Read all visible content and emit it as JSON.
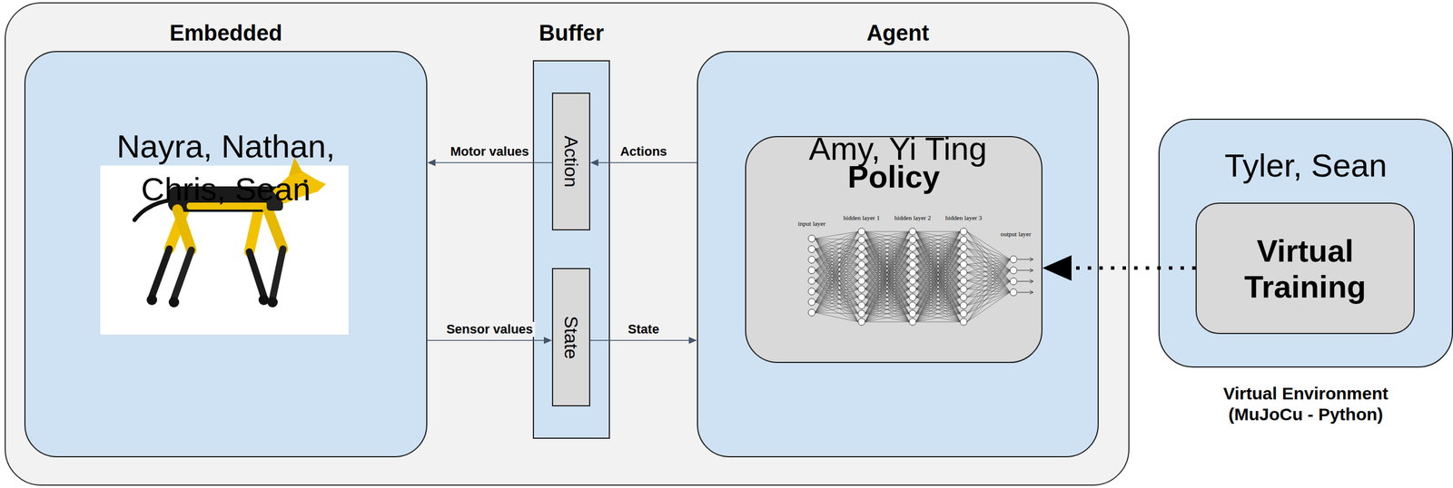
{
  "diagram": {
    "nodes": [
      {
        "text": [
          "Embedded",
          "Nayra, Nathan, Chris, Sean"
        ]
      },
      {
        "text": [
          "Buffer"
        ]
      },
      {
        "text": [
          "Action"
        ],
        "in": 1
      },
      {
        "text": [
          "State"
        ],
        "in": 1
      },
      {
        "text": [
          "Agent",
          "Amy, Yi Ting"
        ]
      },
      {
        "text": [
          "Policy"
        ],
        "in": 4
      },
      {
        "text": [
          "Tyler, Sean",
          "Virtual Environment (MuJoCu - Python)"
        ]
      },
      {
        "text": [
          "Virtual Training"
        ],
        "in": 6
      }
    ],
    "edges": [
      {
        "from": 2,
        "to": 0,
        "label": "Motor values",
        "arrow": "to"
      },
      {
        "from": 4,
        "to": 2,
        "label": "Actions",
        "arrow": "to"
      },
      {
        "from": 0,
        "to": 3,
        "label": "Sensor values",
        "arrow": "to"
      },
      {
        "from": 3,
        "to": 4,
        "label": "State",
        "arrow": "to"
      },
      {
        "from": 7,
        "to": 5,
        "arrow": "to"
      }
    ],
    "labels": [
      "input layer",
      "hidden layer 1",
      "hidden layer 2",
      "hidden layer 3",
      "output layer"
    ]
  }
}
